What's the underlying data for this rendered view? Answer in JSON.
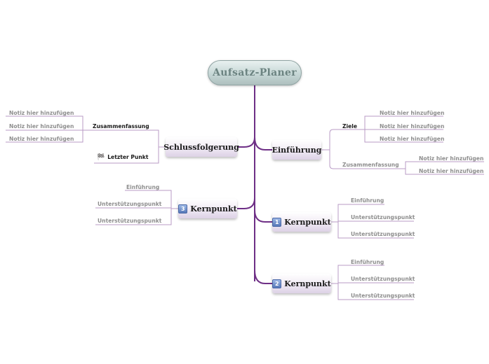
{
  "root": {
    "label": "Aufsatz-Planer"
  },
  "colors": {
    "trunk": "#6e2f86",
    "branch": "#b89bc6",
    "root_fill": "#c6d7d6",
    "node_fill": "#ece5f1"
  },
  "nodes": {
    "einfuehrung": {
      "label": "Einführung",
      "ziele": {
        "label": "Ziele",
        "notes": [
          "Notiz hier hinzufügen",
          "Notiz hier hinzufügen",
          "Notiz hier hinzufügen"
        ]
      },
      "zusammenfassung": {
        "label": "Zusammenfassung",
        "notes": [
          "Notiz hier hinzufügen",
          "Notiz hier hinzufügen"
        ]
      }
    },
    "kernpunkt1": {
      "badge": "1",
      "label": "Kernpunkt",
      "items": [
        "Einführung",
        "Unterstützungspunkt",
        "Unterstützungspunkt"
      ]
    },
    "kernpunkt2": {
      "badge": "2",
      "label": "Kernpunkt",
      "items": [
        "Einführung",
        "Unterstützungspunkt",
        "Unterstützungspunkt"
      ]
    },
    "kernpunkt3": {
      "badge": "3",
      "label": "Kernpunkt",
      "items": [
        "Einführung",
        "Unterstützungspunkt",
        "Unterstützungspunkt"
      ]
    },
    "schluss": {
      "label": "Schlussfolgerung",
      "zusammenfassung": {
        "label": "Zusammenfassung",
        "notes": [
          "Notiz hier hinzufügen",
          "Notiz hier hinzufügen",
          "Notiz hier hinzufügen"
        ]
      },
      "letzter": {
        "label": "Letzter Punkt",
        "icon": "checkered-flag-icon"
      }
    }
  }
}
